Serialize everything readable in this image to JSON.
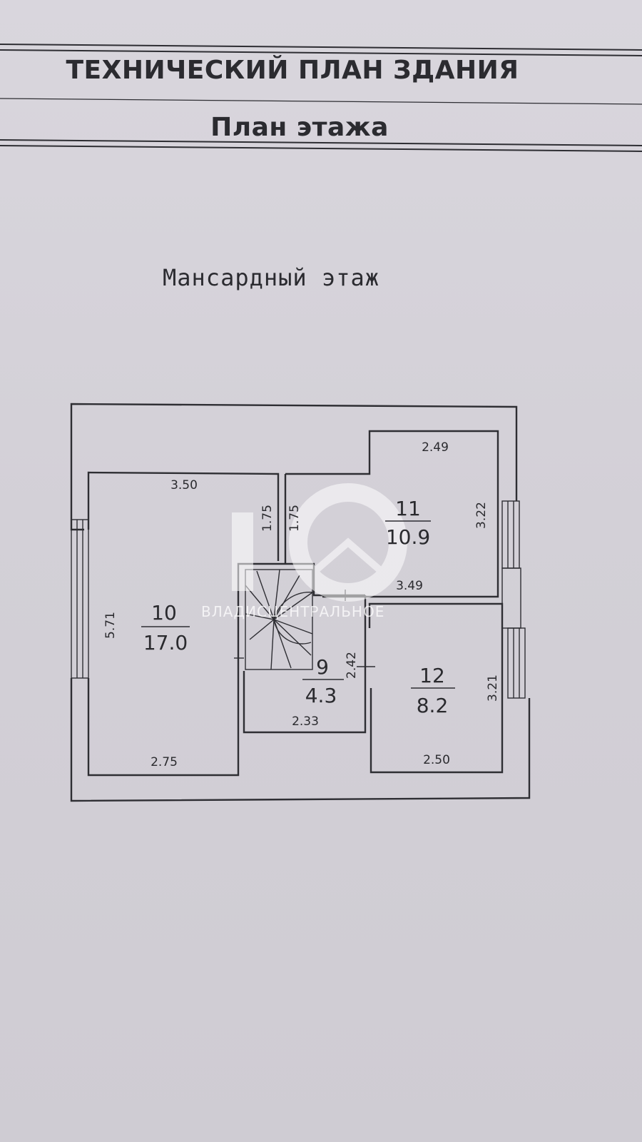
{
  "header": {
    "title": "ТЕХНИЧЕСКИЙ ПЛАН ЗДАНИЯ",
    "subtitle": "План этажа"
  },
  "floor_label": "Мансардный этаж",
  "rooms": [
    {
      "number": "10",
      "area": "17.0"
    },
    {
      "number": "11",
      "area": "10.9"
    },
    {
      "number": "9",
      "area": "4.3"
    },
    {
      "number": "12",
      "area": "8.2"
    }
  ],
  "dimensions": {
    "room10_top": "3.50",
    "room10_left": "5.71",
    "room10_bottom": "2.75",
    "corridor_left": "1.75",
    "corridor_right": "1.75",
    "room11_top": "2.49",
    "room11_right": "3.22",
    "room11_bottom": "3.49",
    "room9_right": "2.42",
    "room9_bottom": "2.33",
    "room12_right": "3.21",
    "room12_bottom": "2.50"
  },
  "watermark": {
    "text": "ВЛАДИСЦЕНТРАЛЬНОЕ"
  }
}
